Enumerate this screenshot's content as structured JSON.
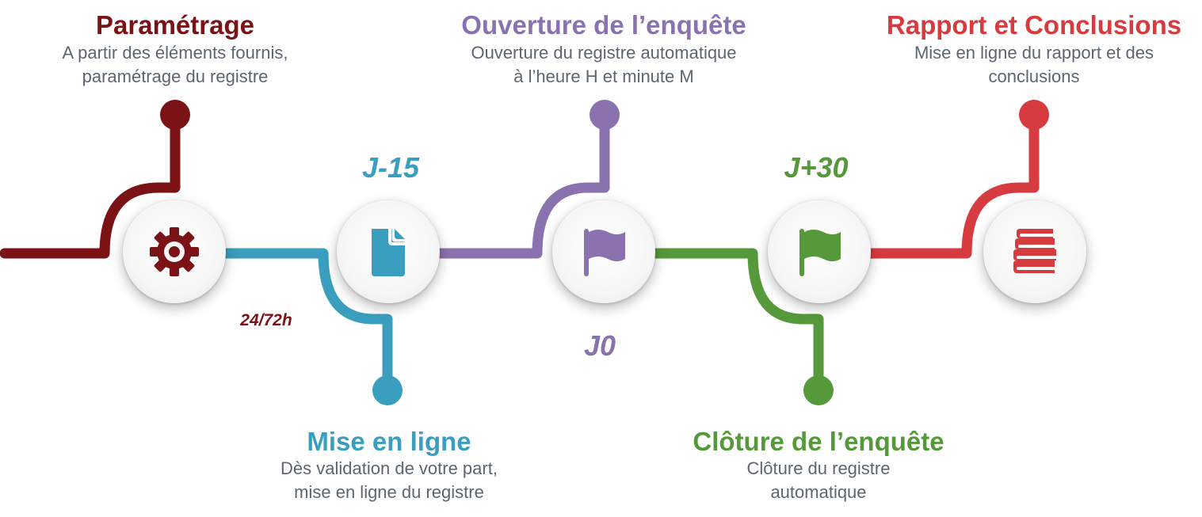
{
  "colors": {
    "dark_red": "#7a1216",
    "teal": "#3a9fbf",
    "purple": "#8a72ae",
    "green": "#55993a",
    "red": "#d63b3f",
    "gray_text": "#5b6670"
  },
  "steps": [
    {
      "title": "Paramétrage",
      "description_lines": [
        "A partir des éléments fournis,",
        "paramétrage du registre"
      ],
      "icon": "gear-icon"
    },
    {
      "title": "Mise en ligne",
      "description_lines": [
        "Dès validation de votre part,",
        "mise en ligne du registre"
      ],
      "icon": "document-icon"
    },
    {
      "title": "Ouverture de l’enquête",
      "description_lines": [
        "Ouverture du registre automatique",
        "à l’heure H et minute M"
      ],
      "icon": "flag-icon"
    },
    {
      "title": "Clôture de l’enquête",
      "description_lines": [
        "Clôture du registre",
        "automatique"
      ],
      "icon": "flag-icon"
    },
    {
      "title": "Rapport et Conclusions",
      "description_lines": [
        "Mise en ligne du rapport et des",
        "conclusions"
      ],
      "icon": "books-icon"
    }
  ],
  "timings": {
    "t_24_72h": "24/72h",
    "t_j15": "J-15",
    "t_j0": "J0",
    "t_j30": "J+30"
  }
}
